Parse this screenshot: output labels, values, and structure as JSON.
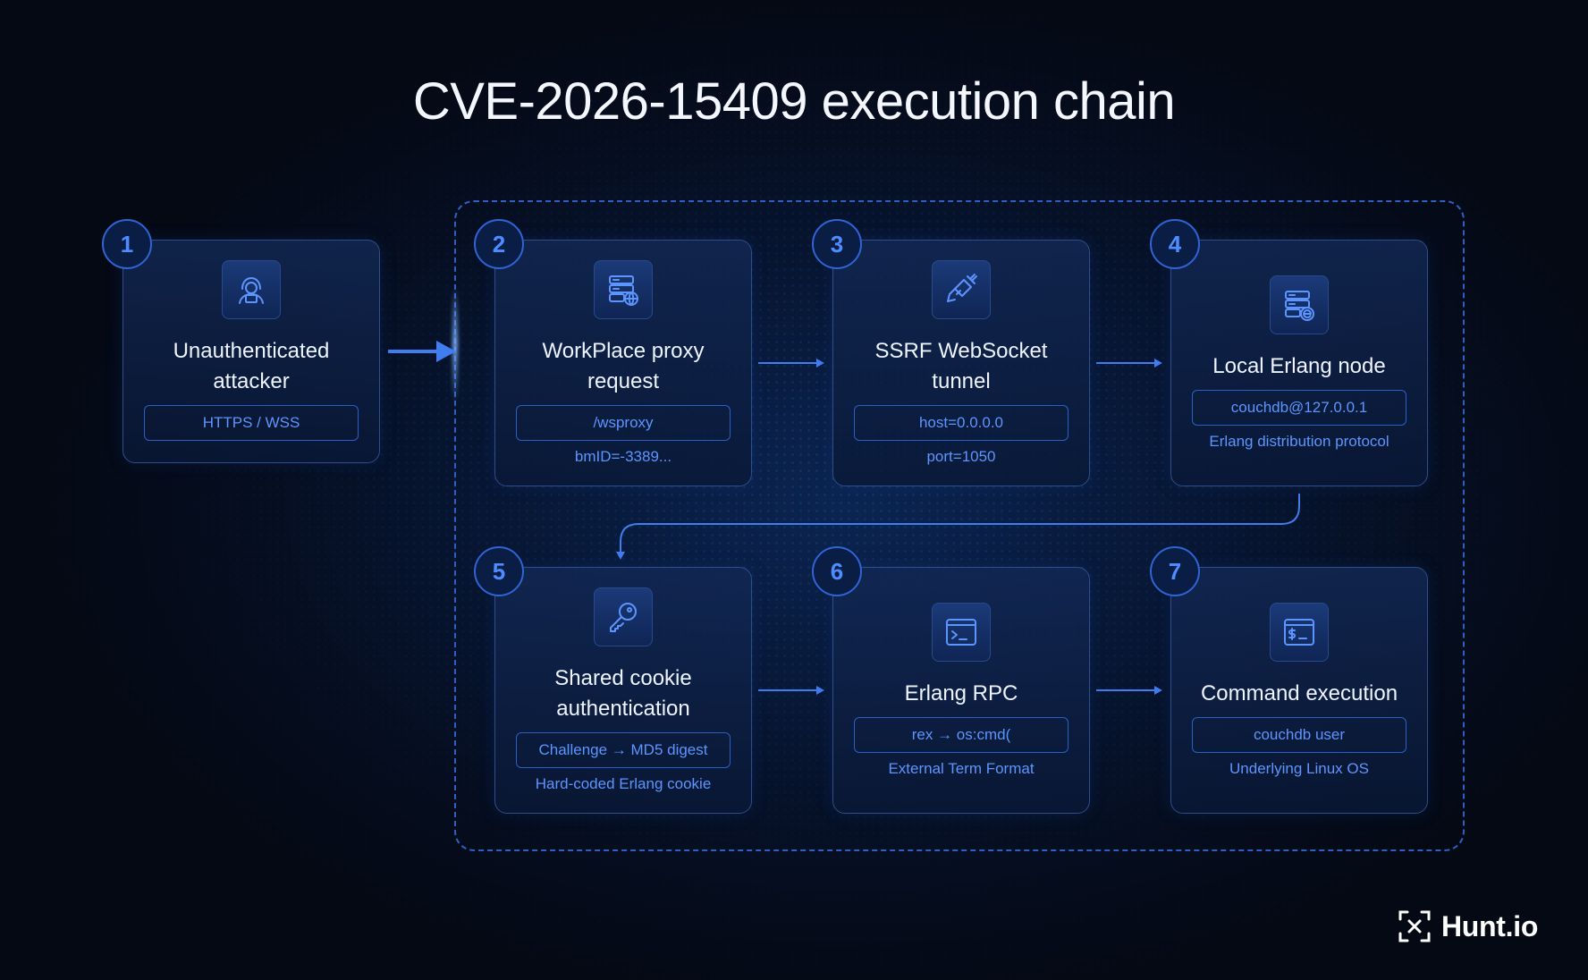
{
  "title": "CVE-2026-15409 execution chain",
  "colors": {
    "accent": "#4f8cff",
    "border": "#2f5fc4",
    "background": "#050c1c"
  },
  "steps": [
    {
      "number": "1",
      "icon": "hacker-icon",
      "title_lines": [
        "Unauthenticated",
        "attacker"
      ],
      "pill": "HTTPS / WSS",
      "sub": ""
    },
    {
      "number": "2",
      "icon": "server-globe-icon",
      "title_lines": [
        "WorkPlace proxy",
        "request"
      ],
      "pill": "/wsproxy",
      "sub": "bmID=-3389..."
    },
    {
      "number": "3",
      "icon": "plug-tunnel-icon",
      "title_lines": [
        "SSRF WebSocket",
        "tunnel"
      ],
      "pill": "host=0.0.0.0",
      "sub": "port=1050"
    },
    {
      "number": "4",
      "icon": "erlang-server-icon",
      "title_lines": [
        "Local Erlang node"
      ],
      "pill": "couchdb@127.0.0.1",
      "sub": "Erlang distribution protocol"
    },
    {
      "number": "5",
      "icon": "key-icon",
      "title_lines": [
        "Shared cookie",
        "authentication"
      ],
      "pill": "Challenge → MD5 digest",
      "sub": "Hard-coded Erlang cookie"
    },
    {
      "number": "6",
      "icon": "terminal-icon",
      "title_lines": [
        "Erlang RPC"
      ],
      "pill": "rex → os:cmd(",
      "sub": "External Term Format"
    },
    {
      "number": "7",
      "icon": "shell-window-icon",
      "title_lines": [
        "Command execution"
      ],
      "pill": "couchdb user",
      "sub": "Underlying Linux OS"
    }
  ],
  "logo": {
    "text": "Hunt.io",
    "icon": "hunt-logo-icon"
  }
}
